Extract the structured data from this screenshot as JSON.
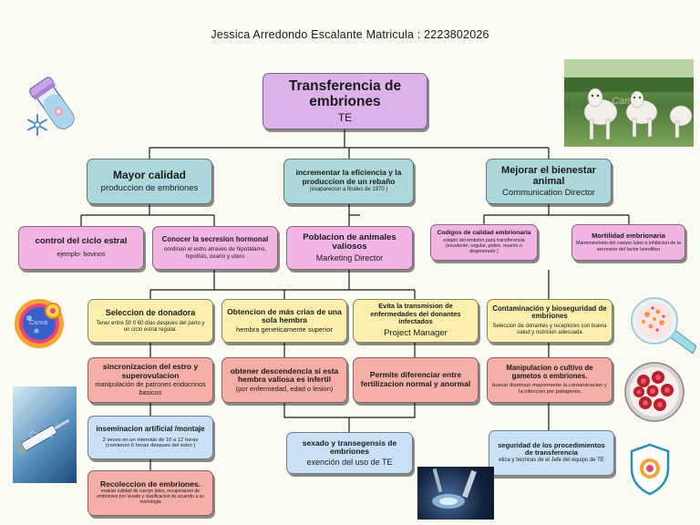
{
  "author": "Jessica Arredondo Escalante Matricula : 2223802026",
  "root": {
    "title": "Transferencia de embriones",
    "subtitle": "TE"
  },
  "level1": [
    {
      "title": "Mayor calidad",
      "subtitle": "produccion de embriones"
    },
    {
      "title": "incrementar la eficiencia y la produccion de un rebaño",
      "subtitle": "(esaparecion a finales de 1970 )"
    },
    {
      "title": "Mejorar el bienestar animal",
      "subtitle": "Communication Director"
    }
  ],
  "level2": [
    {
      "title": "control del ciclo estral",
      "subtitle": "ejemplo- bovinos"
    },
    {
      "title": "Conocer la secresion hormonal",
      "subtitle": "cordinan el estro atraves de hipotálamo, hipofisis, ovario y utero"
    },
    {
      "title": "Poblacion de animales valiosos",
      "subtitle": "Marketing Director"
    },
    {
      "title": "Codigos de calidad embrionaria",
      "subtitle": "estado del embrion para transferencia (excelente, regular, pobre, muerto o degenerado )"
    },
    {
      "title": "Mortilidad embrionaria",
      "subtitle": "Mantenimineto del cuerpo luteo e inhibicion de la secresion del factor luteolitico"
    }
  ],
  "col1": [
    {
      "title": "Seleccion de donadora",
      "subtitle": "Tener entre 50 0 60 días despues del parto y un ciclo estral regular."
    },
    {
      "title": "sincronizacion del estro y superovulacion",
      "subtitle": "manipulación de patrones endocrinos basicos"
    },
    {
      "title": "inseminacion artificial /montaje",
      "subtitle": "2 veces en un intervalo de 10 a 12 horas (comienzo 6 horas despues del estro )"
    },
    {
      "title": "Recoleccion de embriones.",
      "subtitle": "evaluar calidad de cuerpo luteo, recuperacion de embriones por lavado y clasificacion de acuerdo a su morfologia"
    }
  ],
  "col2": [
    {
      "title": "Obtencion de más crias de una sola hembra",
      "subtitle": "hembra geneticamente superior"
    },
    {
      "title": "obtener descendencia si esta hembra valiosa es infertil",
      "subtitle": "(por enfermedad, edad o lesion)"
    }
  ],
  "col3": [
    {
      "title": "Evita la transmision de enfermedades del donantes infectados",
      "subtitle": "Project Manager"
    },
    {
      "title": "Permite diferenciar entre fertilizacion normal y anormal",
      "subtitle": ""
    }
  ],
  "center_bottom": {
    "title": "sexado y transegensis de embriones",
    "subtitle": "exención del uso de TE"
  },
  "col4": [
    {
      "title": "Contaminación y bioseguridad de embriones",
      "subtitle": "Seleccion de donantes y receptores con buena salud y nutricion adecuada"
    },
    {
      "title": "Manipulacion o cultivo de gametos o embriones.",
      "subtitle": "buscar disminuir mayormente la contaminacion y la infeccion por patogenos"
    },
    {
      "title": "seguridad de los procedimientos de transferencia",
      "subtitle": "etica y tecnicas de el Jefe del equipo de TE"
    }
  ],
  "watermark": "Canva",
  "colors": {
    "background": "#fbfaf3",
    "purple": "#dcb2ea",
    "teal": "#acd8dc",
    "pink": "#f2b4e2",
    "yellow": "#fcefae",
    "salmon": "#f6aea8",
    "blue": "#c9e0f6",
    "line": "#1a1a1a"
  },
  "icons": [
    "test-tube-icon",
    "snowflake-icon",
    "cow-photo",
    "cell-icon",
    "petri-dish-icon",
    "syringe-photo",
    "red-cells-icon",
    "microscope-photo",
    "shield-icon"
  ]
}
